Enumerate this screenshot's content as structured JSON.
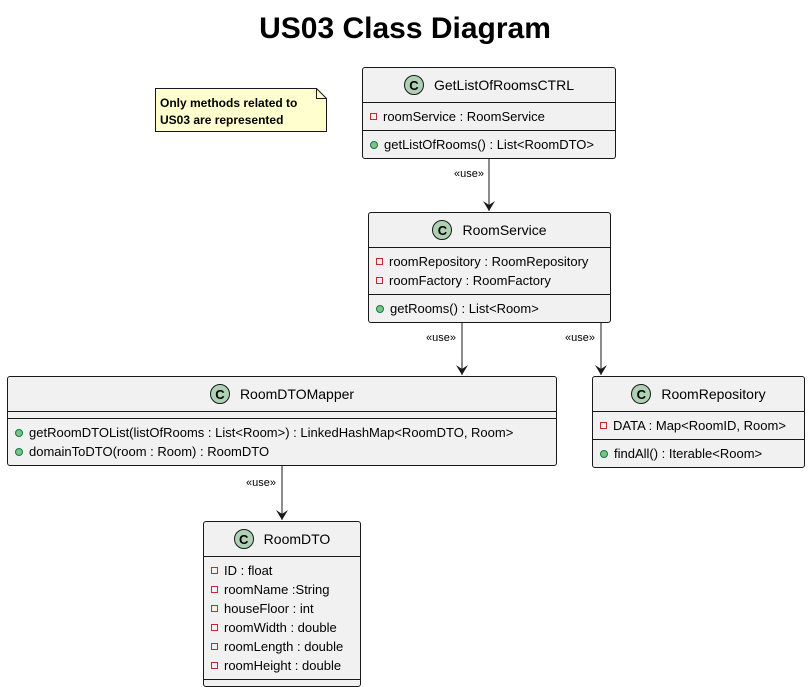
{
  "title": "US03 Class Diagram",
  "note": {
    "line1": "Only methods related to",
    "line2": "US03 are represented"
  },
  "badge_letter": "C",
  "classes": {
    "ctrl": {
      "name": "GetListOfRoomsCTRL",
      "fields": [
        "roomService : RoomService"
      ],
      "methods": [
        "getListOfRooms() : List<RoomDTO>"
      ]
    },
    "service": {
      "name": "RoomService",
      "fields": [
        "roomRepository : RoomRepository",
        "roomFactory : RoomFactory"
      ],
      "methods": [
        "getRooms() : List<Room>"
      ]
    },
    "mapper": {
      "name": "RoomDTOMapper",
      "methods": [
        "getRoomDTOList(listOfRooms : List<Room>) : LinkedHashMap<RoomDTO, Room>",
        "domainToDTO(room : Room) : RoomDTO"
      ]
    },
    "repository": {
      "name": "RoomRepository",
      "fields": [
        "DATA : Map<RoomID, Room>"
      ],
      "methods": [
        "findAll() : Iterable<Room>"
      ]
    },
    "dto": {
      "name": "RoomDTO",
      "fields": [
        "ID : float",
        "roomName :String",
        "houseFloor : int",
        "roomWidth : double",
        "roomLength : double",
        "roomHeight : double"
      ]
    }
  },
  "relations": {
    "ctrl_service": "«use»",
    "service_mapper": "«use»",
    "service_repository": "«use»",
    "mapper_dto": "«use»"
  },
  "colors": {
    "class_fill": "#f1f1f1",
    "badge_fill": "#add1b2",
    "note_fill": "#fefece",
    "private_marker": "#c82930",
    "public_marker": "#84be84"
  }
}
